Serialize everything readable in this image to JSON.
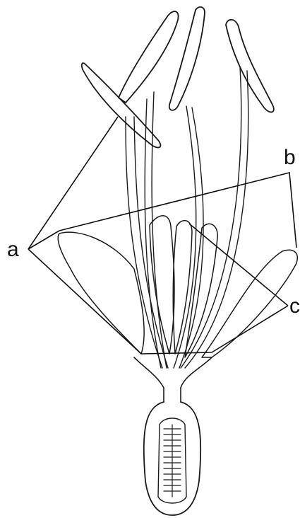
{
  "labels": {
    "a": "a",
    "b": "b",
    "c": "c"
  },
  "colors": {
    "ink": "#1a1a1a",
    "background": "#ffffff"
  }
}
